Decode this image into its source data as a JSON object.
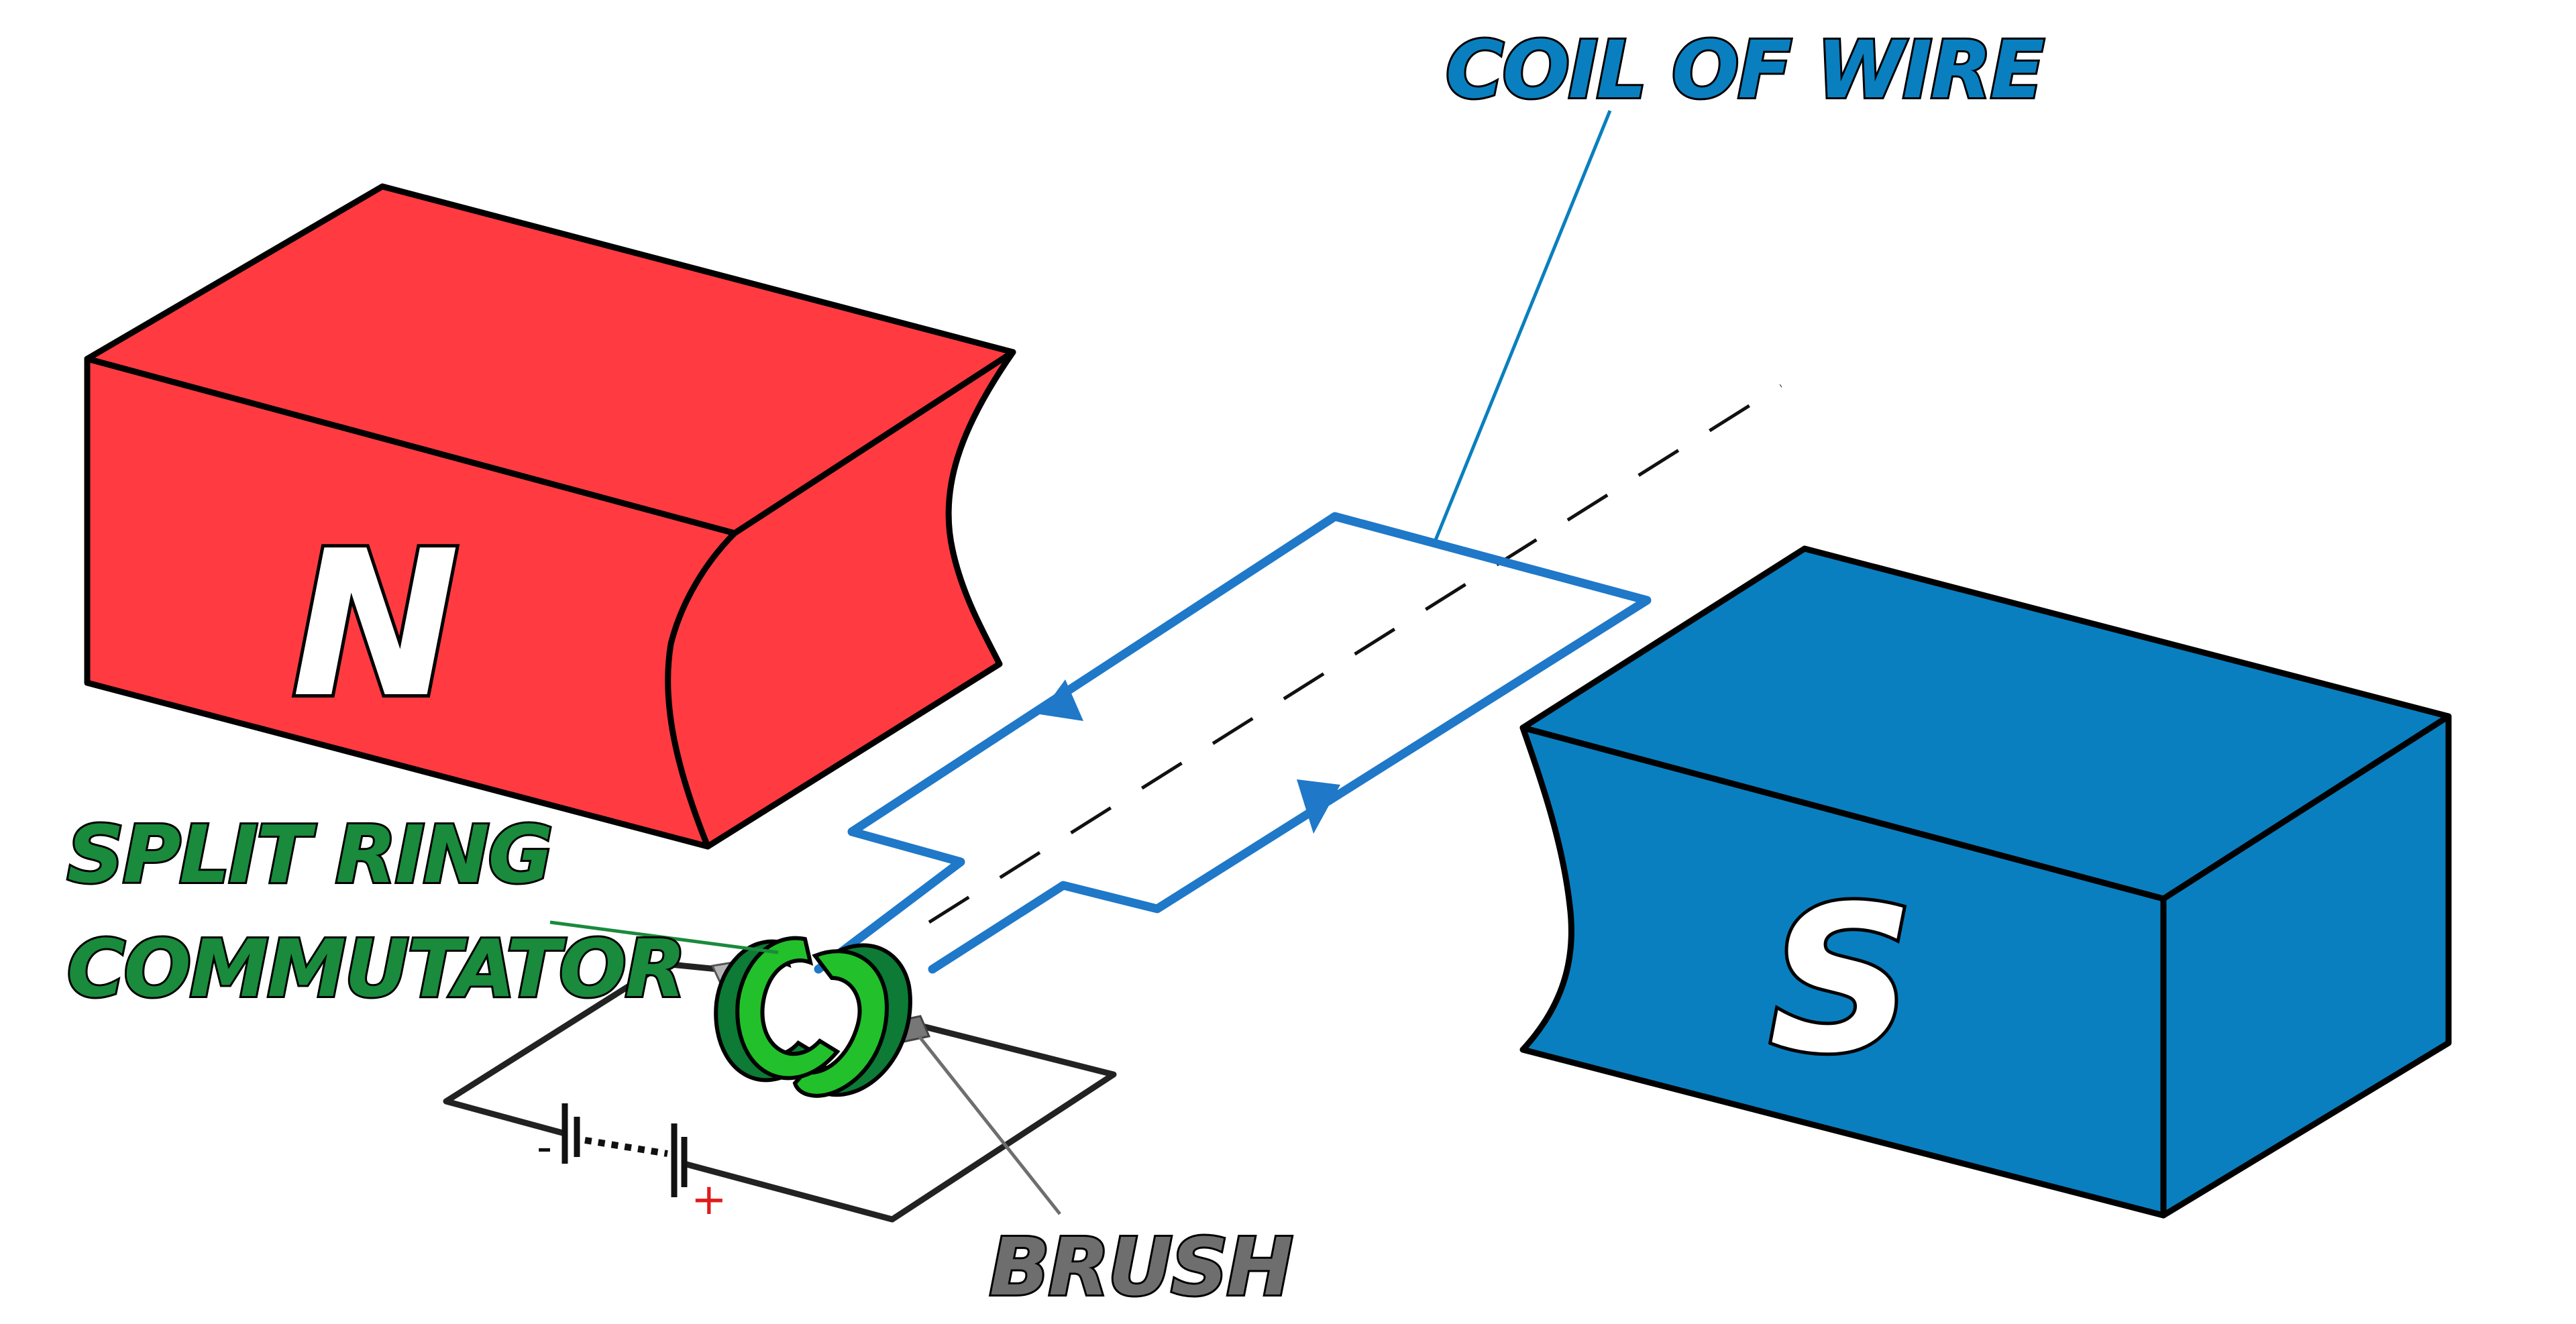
{
  "magnets": {
    "north": {
      "letter": "N",
      "color": "#ff3b41"
    },
    "south": {
      "letter": "S",
      "color": "#0a7fbf"
    }
  },
  "labels": {
    "coil": {
      "text": "COIL OF WIRE",
      "color": "#0a7fbf"
    },
    "commutator_line1": {
      "text": "SPLIT RING",
      "color": "#1a8a3c"
    },
    "commutator_line2": {
      "text": "COMMUTATOR",
      "color": "#1a8a3c"
    },
    "brush": {
      "text": "BRUSH",
      "color": "#6e6e6e"
    }
  },
  "battery": {
    "negative_sign": "-",
    "positive_sign": "+",
    "positive_color": "#e01b1b"
  },
  "colors": {
    "coil_wire": "#1f78c8",
    "commutator_light": "#22c02a",
    "commutator_dark": "#0d7a35",
    "brush": "#8a8a8a",
    "circuit": "#222222"
  }
}
